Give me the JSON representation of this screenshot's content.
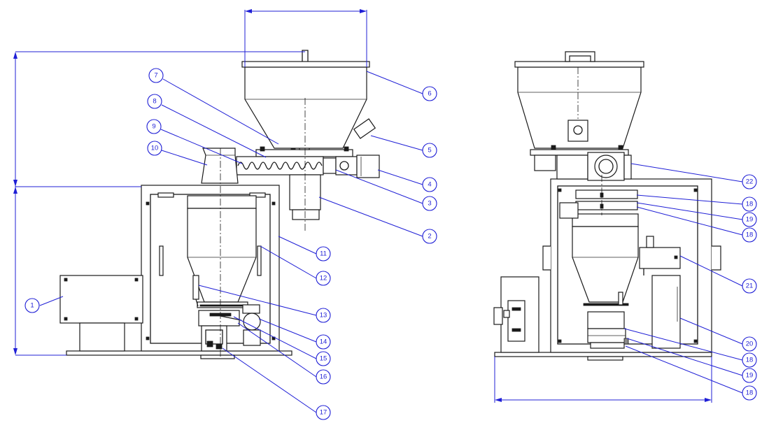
{
  "colors": {
    "line": "#1a1a1a",
    "callout": "#1f1fd6",
    "background": "#ffffff"
  },
  "callouts": [
    {
      "id": "c1",
      "label": "1"
    },
    {
      "id": "c2",
      "label": "2"
    },
    {
      "id": "c3",
      "label": "3"
    },
    {
      "id": "c4",
      "label": "4"
    },
    {
      "id": "c5",
      "label": "5"
    },
    {
      "id": "c6",
      "label": "6"
    },
    {
      "id": "c7",
      "label": "7"
    },
    {
      "id": "c8",
      "label": "8"
    },
    {
      "id": "c9",
      "label": "9"
    },
    {
      "id": "c10",
      "label": "10"
    },
    {
      "id": "c11",
      "label": "11"
    },
    {
      "id": "c12",
      "label": "12"
    },
    {
      "id": "c13",
      "label": "13"
    },
    {
      "id": "c14",
      "label": "14"
    },
    {
      "id": "c15",
      "label": "15"
    },
    {
      "id": "c16",
      "label": "16"
    },
    {
      "id": "c17",
      "label": "17"
    },
    {
      "id": "c18a",
      "label": "18"
    },
    {
      "id": "c19a",
      "label": "19"
    },
    {
      "id": "c18b",
      "label": "18"
    },
    {
      "id": "c21",
      "label": "21"
    },
    {
      "id": "c20",
      "label": "20"
    },
    {
      "id": "c18c",
      "label": "18"
    },
    {
      "id": "c19b",
      "label": "19"
    },
    {
      "id": "c18d",
      "label": "18"
    },
    {
      "id": "c22",
      "label": "22"
    }
  ]
}
